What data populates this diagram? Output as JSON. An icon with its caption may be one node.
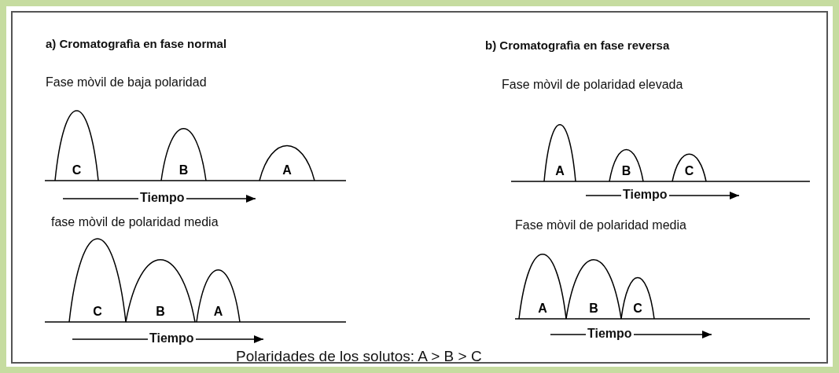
{
  "diagram": {
    "nodes": [
      {
        "text": [
          "C"
        ]
      },
      {
        "text": [
          "B"
        ]
      },
      {
        "text": [
          "A"
        ]
      },
      {
        "text": [
          "A"
        ]
      },
      {
        "text": [
          "B"
        ]
      },
      {
        "text": [
          "C"
        ]
      },
      {
        "text": [
          "C"
        ]
      },
      {
        "text": [
          "B"
        ]
      },
      {
        "text": [
          "A"
        ]
      },
      {
        "text": [
          "A"
        ]
      },
      {
        "text": [
          "B"
        ]
      },
      {
        "text": [
          "C"
        ]
      }
    ],
    "labels": [
      "a) Cromatografìa en fase normal",
      "b) Cromatografìa en fase reversa",
      "Fase mòvil de baja polaridad",
      "Fase mòvil de polaridad elevada",
      "Tiempo",
      "Tiempo",
      "fase mòvil de polaridad media",
      "Fase mòvil de polaridad media",
      "Tiempo",
      "Tiempo",
      "Polaridades de los solutos: A > B > C"
    ]
  }
}
